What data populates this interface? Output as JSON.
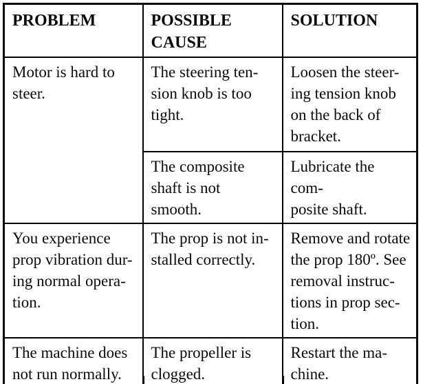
{
  "colors": {
    "background": "#ffffff",
    "border": "#000000",
    "text": "#0a0a0a"
  },
  "table": {
    "columns": [
      {
        "label": "PROBLEM"
      },
      {
        "label": "POSSIBLE\nCAUSE"
      },
      {
        "label": "SOLUTION"
      }
    ],
    "rows": [
      {
        "problem": "Motor is hard to\nsteer.",
        "causes": [
          {
            "cause": "The steering ten-\nsion knob is too\ntight.",
            "solution": "Loosen the steer-\ning tension knob\non the back of\nbracket."
          },
          {
            "cause": "The composite\nshaft is not\nsmooth.",
            "solution": "Lubricate the com-\nposite shaft."
          }
        ]
      },
      {
        "problem": "You experience\nprop vibration dur-\ning normal opera-\ntion.",
        "causes": [
          {
            "cause": "The prop is not in-\nstalled correctly.",
            "solution": "Remove and rotate\nthe prop 180º. See\nremoval instruc-\ntions in prop sec-\ntion."
          }
        ]
      },
      {
        "problem": "The machine does\nnot run normally.",
        "causes": [
          {
            "cause": "The propeller is\nclogged.",
            "solution": "Restart the ma-\nchine."
          }
        ]
      }
    ]
  }
}
